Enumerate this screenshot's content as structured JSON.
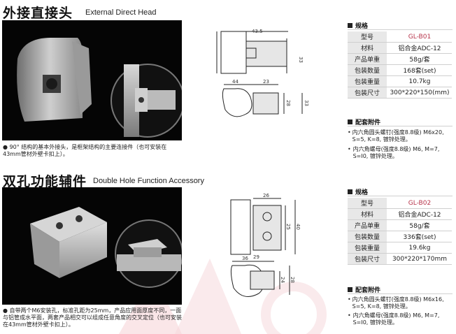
{
  "section1": {
    "title_cn": "外接直接头",
    "title_en": "External Direct Head",
    "note": "90° 结构的基本外接头，是框架结构的主要连接件（也可安装在43mm管材外壁卡扣上）。",
    "spec_heading": "规格",
    "specs": [
      {
        "k": "型号",
        "v": "GL-B01"
      },
      {
        "k": "材料",
        "v": "铝合金ADC-12"
      },
      {
        "k": "产品单重",
        "v": "58g/套"
      },
      {
        "k": "包装数量",
        "v": "168套(set)"
      },
      {
        "k": "包装重量",
        "v": "10.7kg"
      },
      {
        "k": "包装尺寸",
        "v": "300*220*150(mm)"
      }
    ],
    "acc_heading": "配套附件",
    "accessories": [
      "内六角圆头螺钉(强度8.8级) M6x20, S=5, K=8, 镀锌处理。",
      "内六角螺母(强度8.8级) M6, M=7, S=I0, 镀锌处理。"
    ],
    "dims": {
      "d1": "43.5",
      "d2": "33",
      "d3": "44",
      "d4": "23",
      "d5": "28",
      "d6": "33"
    }
  },
  "section2": {
    "title_cn": "双孔功能辅件",
    "title_en": "Double Hole Function Accessory",
    "note": "自带两个M6安装孔，标准孔距为25mm，产品应用面厚度不同，一面与铝管成水平面，两套产品相交可以组成任意角度的交叉定位（也可安装在43mm管材外壁卡扣上）。",
    "spec_heading": "规格",
    "specs": [
      {
        "k": "型号",
        "v": "GL-B02"
      },
      {
        "k": "材料",
        "v": "铝合金ADC-12"
      },
      {
        "k": "产品单重",
        "v": "58g/套"
      },
      {
        "k": "包装数量",
        "v": "336套(set)"
      },
      {
        "k": "包装重量",
        "v": "19.6kg"
      },
      {
        "k": "包装尺寸",
        "v": "300*220*170mm"
      }
    ],
    "acc_heading": "配套附件",
    "accessories": [
      "内六角圆头螺钉(强度8.8级) M6x16, S=5, K=8, 镀锌处理。",
      "内六角螺母(强度8.8级) M6, M=7, S=I0, 镀锌处理。"
    ],
    "dims": {
      "d1": "26",
      "d2": "25",
      "d3": "40",
      "d4": "29",
      "d5": "36",
      "d6": "24",
      "d7": "28"
    }
  },
  "colors": {
    "model_text": "#b7334a",
    "photo_bg": "#050505",
    "table_key_bg": "#e8e8e8",
    "watermark": "#f3c7cc"
  }
}
